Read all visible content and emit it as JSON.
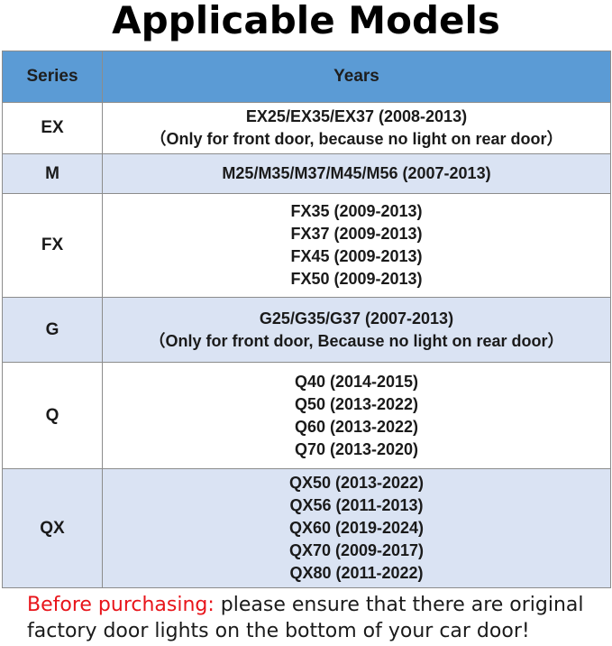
{
  "title": "Applicable Models",
  "table": {
    "headers": {
      "series": "Series",
      "years": "Years"
    },
    "rows": [
      {
        "series": "EX",
        "lines": [
          "EX25/EX35/EX37 (2008-2013)",
          "（Only for front door, because no light on rear door）"
        ]
      },
      {
        "series": "M",
        "lines": [
          "M25/M35/M37/M45/M56 (2007-2013)"
        ]
      },
      {
        "series": "FX",
        "lines": [
          "FX35 (2009-2013)",
          "FX37 (2009-2013)",
          "FX45 (2009-2013)",
          "FX50 (2009-2013)"
        ]
      },
      {
        "series": "G",
        "lines": [
          "G25/G35/G37 (2007-2013)",
          "（Only for front door, Because no light on rear door）"
        ]
      },
      {
        "series": "Q",
        "lines": [
          "Q40 (2014-2015)",
          "Q50 (2013-2022)",
          "Q60 (2013-2022)",
          "Q70 (2013-2020)"
        ]
      },
      {
        "series": "QX",
        "lines": [
          "QX50 (2013-2022)",
          "QX56 (2011-2013)",
          "QX60 (2019-2024)",
          "QX70 (2009-2017)",
          "QX80 (2011-2022)"
        ]
      }
    ]
  },
  "footer": {
    "warning_label": "Before purchasing:",
    "message": " please ensure that there are original factory door lights on the bottom of your car door!"
  },
  "colors": {
    "header_bg": "#5b9bd5",
    "alt_row_bg": "#dae3f3",
    "warning": "#e8141a"
  }
}
